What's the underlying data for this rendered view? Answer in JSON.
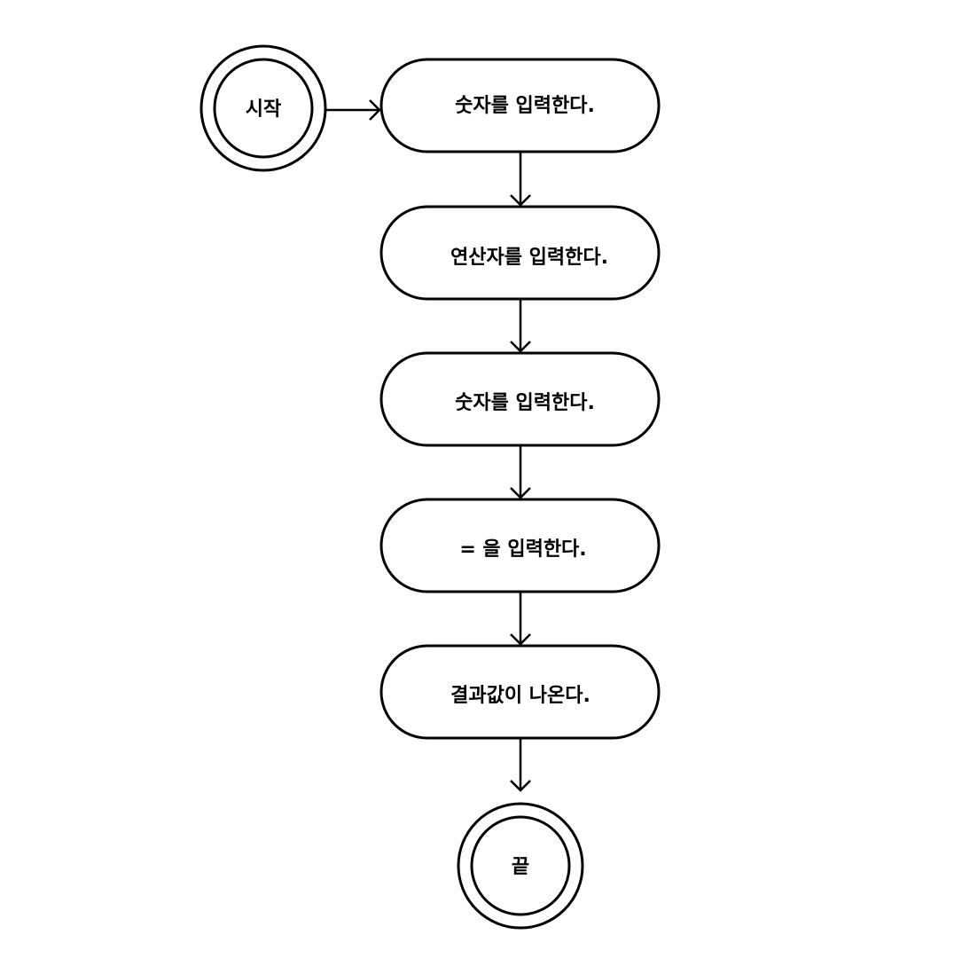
{
  "diagram": {
    "start": "시작",
    "steps": [
      "숫자를 입력한다.",
      "연산자를 입력한다.",
      "숫자를 입력한다.",
      "= 을 입력한다.",
      "결과값이 나온다."
    ],
    "end": "끝"
  },
  "colors": {
    "stroke": "#000000",
    "fill": "#ffffff",
    "text": "#000000"
  }
}
